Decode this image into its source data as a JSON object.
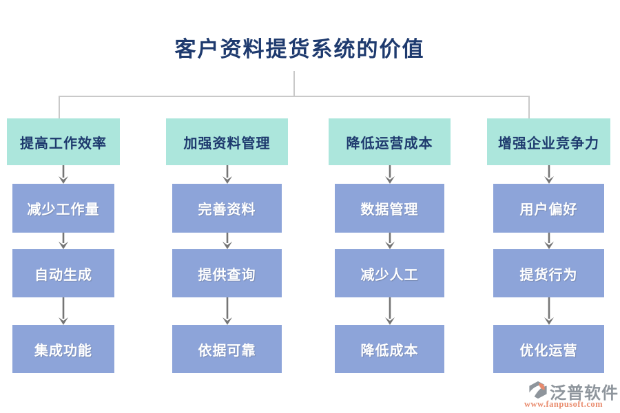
{
  "title": "客户资料提货系统的价值",
  "columns": [
    {
      "header": "提高工作效率",
      "items": [
        "减少工作量",
        "自动生成",
        "集成功能"
      ]
    },
    {
      "header": "加强资料管理",
      "items": [
        "完善资料",
        "提供查询",
        "依据可靠"
      ]
    },
    {
      "header": "降低运营成本",
      "items": [
        "数据管理",
        "减少人工",
        "降低成本"
      ]
    },
    {
      "header": "增强企业竞争力",
      "items": [
        "用户偏好",
        "提货行为",
        "优化运营"
      ]
    }
  ],
  "footer": {
    "brand": "泛普软件",
    "url": "www.fanpusoft.com"
  },
  "colors": {
    "header_bg": "#ace6dc",
    "item_bg": "#8da4d9",
    "title_text": "#1e3a6e",
    "item_text": "#ffffff",
    "arrow": "#757575",
    "connector": "#c9c9c9",
    "brand_gray": "#8e959c",
    "brand_orange": "#e98b6d"
  }
}
